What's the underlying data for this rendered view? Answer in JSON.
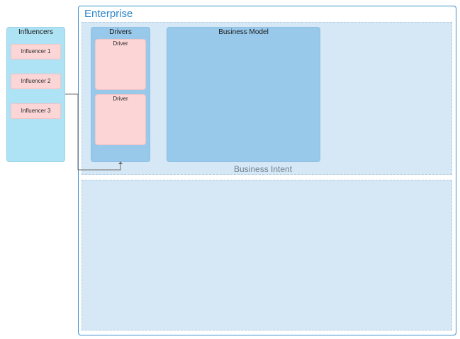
{
  "enterprise": {
    "title": "Enterprise"
  },
  "business_intent": {
    "label": "Business Intent"
  },
  "influencers": {
    "title": "Influencers",
    "items": [
      "Influencer 1",
      "Influencer 2",
      "Influencer 3"
    ]
  },
  "drivers": {
    "title": "Drivers",
    "items": [
      "Driver",
      "Driver"
    ]
  },
  "business_model": {
    "title": "Business Model"
  },
  "colors": {
    "frame_border": "#3f8fd0",
    "region_fill": "#d6e8f6",
    "influencers_fill": "#aee3f5",
    "drivers_fill": "#98c9ea",
    "item_fill": "#fcd5d6"
  }
}
